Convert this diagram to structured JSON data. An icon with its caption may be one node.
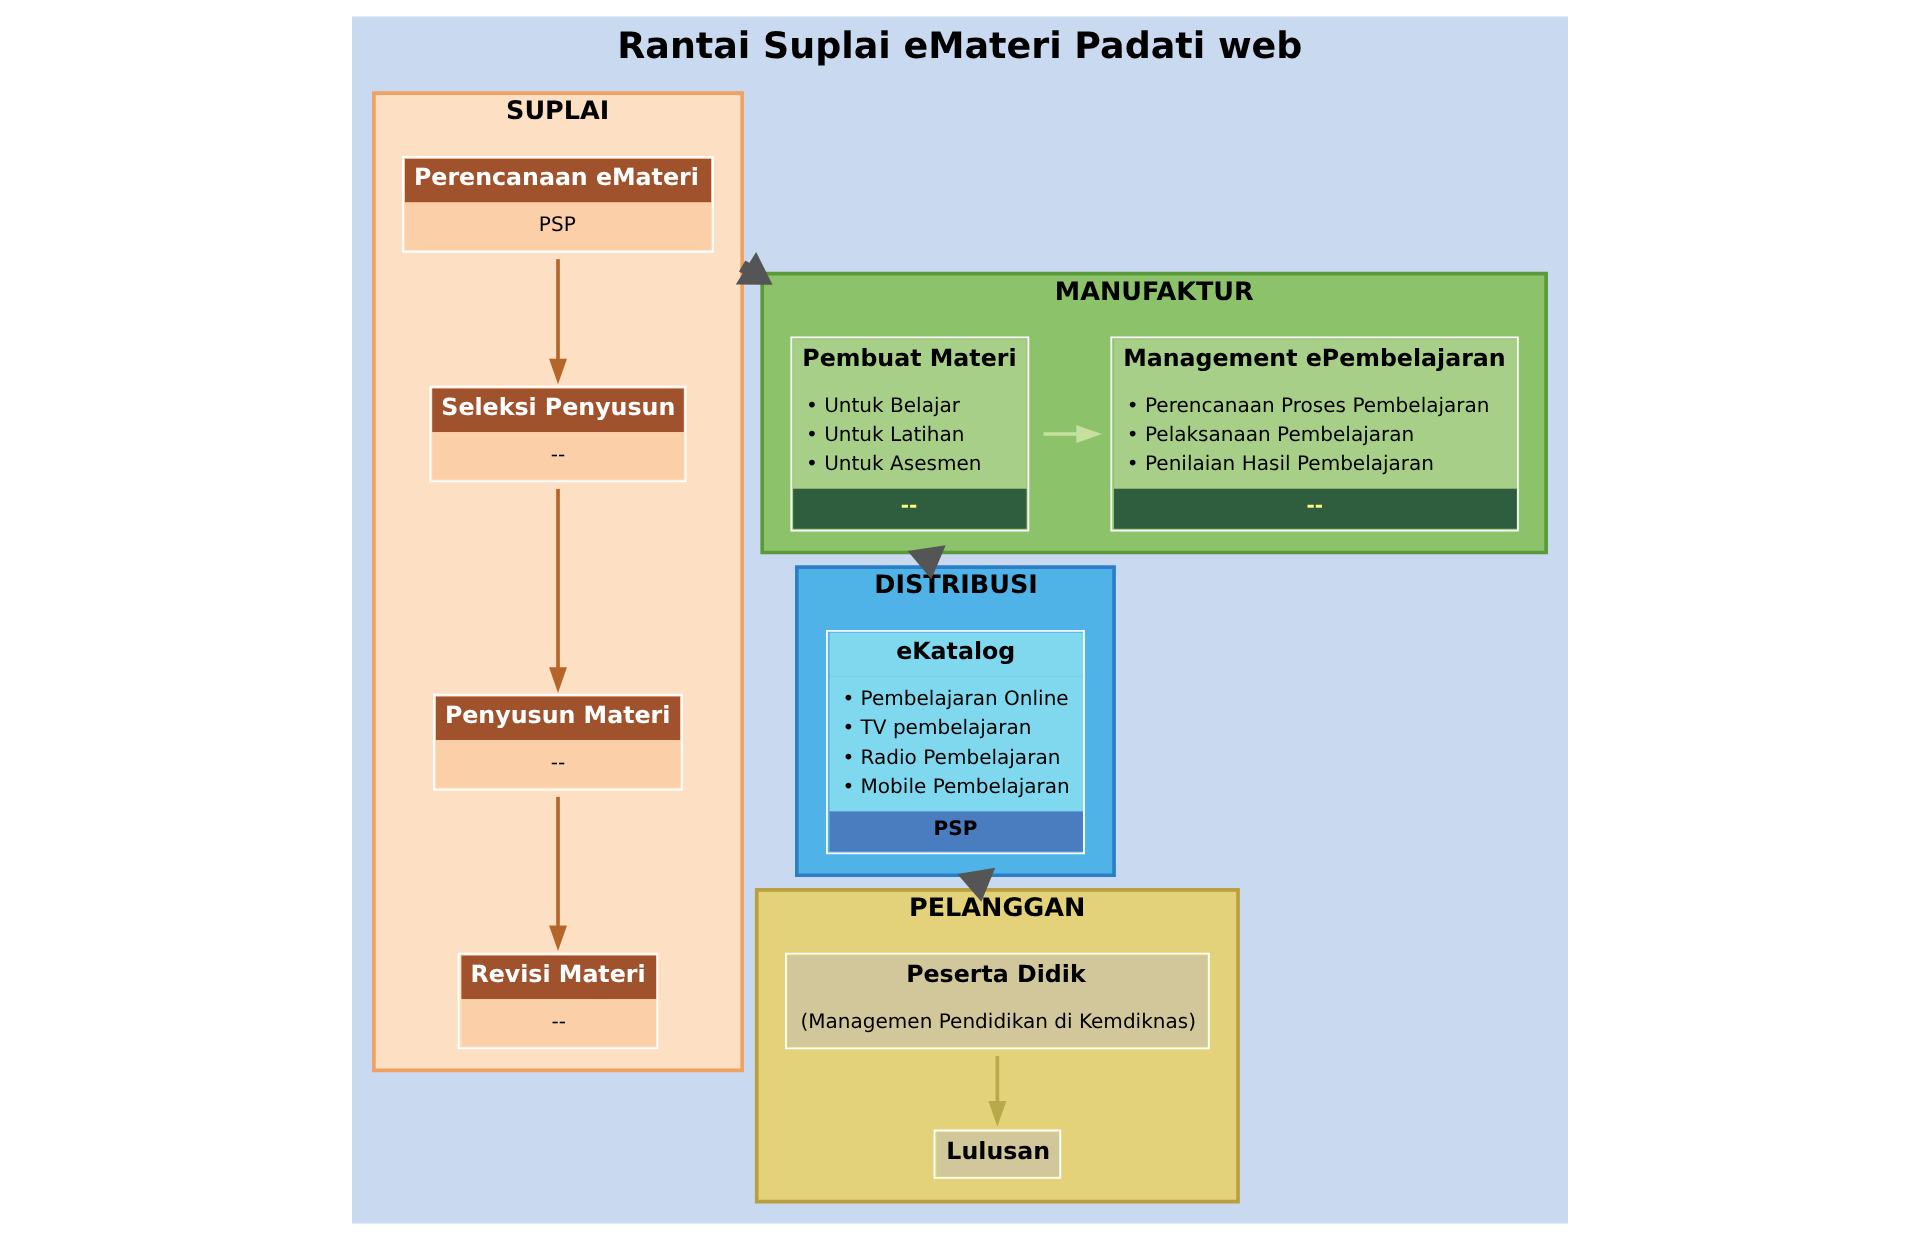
{
  "diagram": {
    "title": "Rantai Suplai eMateri Padati web",
    "nodes": [
      {
        "text": [
          "SUPLAI"
        ]
      },
      {
        "text": [
          "Perencanaan eMateri",
          "PSP"
        ],
        "in": 0
      },
      {
        "text": [
          "Seleksi Penyusun",
          "--"
        ],
        "in": 0
      },
      {
        "text": [
          "Penyusun Materi",
          "--"
        ],
        "in": 0
      },
      {
        "text": [
          "Revisi Materi",
          "--"
        ],
        "in": 0
      },
      {
        "text": [
          "DISTRIBUSI"
        ]
      },
      {
        "text": [
          "eKatalog",
          "• Pembelajaran Online",
          "• TV pembelajaran",
          "• Radio Pembelajaran",
          "• Mobile Pembelajaran",
          "PSP"
        ],
        "in": 5
      },
      {
        "text": [
          "PELANGGAN"
        ]
      },
      {
        "text": [
          "Peserta Didik",
          "(Managemen Pendidikan di Kemdiknas)"
        ],
        "in": 7
      },
      {
        "text": [
          "Lulusan"
        ],
        "in": 7
      },
      {
        "text": [
          "MANUFAKTUR"
        ]
      },
      {
        "text": [
          "Pembuat Materi",
          "• Untuk Belajar",
          "• Untuk Latihan",
          "• Untuk Asesmen",
          "--"
        ],
        "in": 10
      },
      {
        "text": [
          "Management ePembelajaran",
          "• Perencanaan Proses Pembelajaran",
          "• Pelaksanaan Pembelajaran",
          "• Penilaian Hasil Pembelajaran",
          "--"
        ],
        "in": 10
      }
    ],
    "edges": [
      {
        "from": 1,
        "to": 2,
        "arrow": "to",
        "color": "#b5652a"
      },
      {
        "from": 2,
        "to": 3,
        "arrow": "to",
        "color": "#b5652a"
      },
      {
        "from": 3,
        "to": 4,
        "arrow": "to",
        "color": "#b5652a"
      },
      {
        "from": 0,
        "to": 10,
        "arrow": "to",
        "style": "thick",
        "color": "#555555"
      },
      {
        "from": 10,
        "to": 5,
        "arrow": "to",
        "style": "thick",
        "color": "#555555"
      },
      {
        "from": 5,
        "to": 7,
        "arrow": "to",
        "style": "thick",
        "color": "#555555"
      },
      {
        "from": 8,
        "to": 9,
        "arrow": "to",
        "color": "#b8a94a"
      },
      {
        "from": 11,
        "to": 12,
        "arrow": "to",
        "color": "#c6e0a0"
      }
    ]
  }
}
